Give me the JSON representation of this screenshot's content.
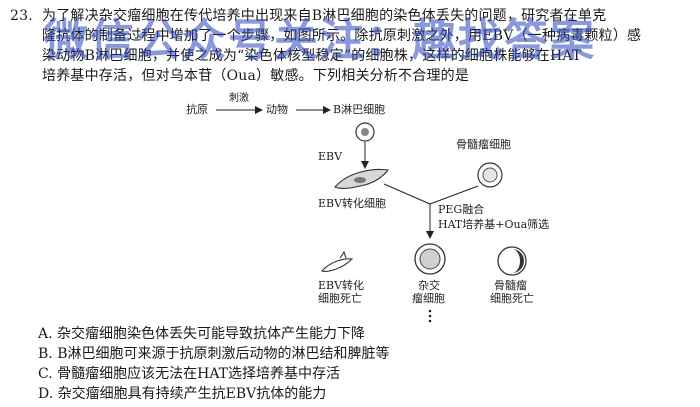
{
  "question": {
    "number": "23.",
    "lines": [
      "为了解决杂交瘤细胞在传代培养中出现来自B淋巴细胞的染色体丢失的问题，研究者在单克",
      "隆抗体的制备过程中增加了一个步骤，如图所示。除抗原刺激之外，用EBV（一种病毒颗粒）感",
      "染动物B淋巴细胞，并使之成为“染色体核型稳定”的细胞株，这样的细胞株能够在HAT",
      "培养基中存活，但对乌本苷（Oua）敏感。下列相关分析不合理的是"
    ]
  },
  "watermark": "微信公众号关注：趣找答案",
  "diagram": {
    "antigen": "抗原",
    "stimulate": "刺激",
    "animal": "动物",
    "b_cell": "B淋巴细胞",
    "ebv": "EBV",
    "ebv_cell": "EBV转化细胞",
    "myeloma": "骨髓瘤细胞",
    "peg_fusion": "PEG融合",
    "hat_oua": "HAT培养基+Oua筛选",
    "ebv_dead_1": "EBV转化",
    "ebv_dead_2": "细胞死亡",
    "hybrid_1": "杂交",
    "hybrid_2": "瘤细胞",
    "myeloma_dead_1": "骨髓瘤",
    "myeloma_dead_2": "细胞死亡"
  },
  "options": [
    "A. 杂交瘤细胞染色体丢失可能导致抗体产生能力下降",
    "B. B淋巴细胞可来源于抗原刺激后动物的淋巴结和脾脏等",
    "C. 骨髓瘤细胞应该无法在HAT选择培养基中存活",
    "D. 杂交瘤细胞具有持续产生抗EBV抗体的能力"
  ]
}
